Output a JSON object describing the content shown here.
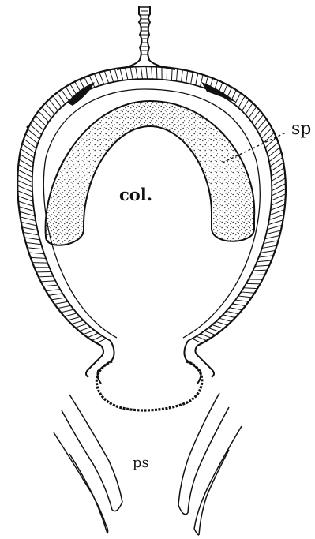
{
  "labels": {
    "col": "col.",
    "sp": "sp",
    "ps": "ps"
  },
  "colors": {
    "ink": "#111111",
    "stipple": "#222222",
    "background": "#ffffff"
  }
}
